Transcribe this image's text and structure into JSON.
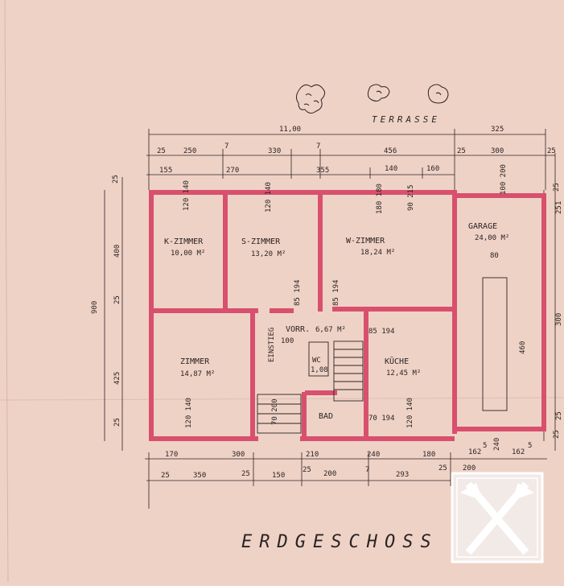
{
  "colors": {
    "paper": "#efd2c6",
    "wall": "#d8506e",
    "ink": "#2b2424",
    "logo_bg": "#f2f2f2",
    "logo_fg": "#ffffff"
  },
  "terrace": {
    "label": "TERRASSE"
  },
  "title": "ERDGESCHOSS",
  "rooms": {
    "k_zimmer": {
      "label": "K-ZIMMER",
      "area": "10,00 M²"
    },
    "s_zimmer": {
      "label": "S-ZIMMER",
      "area": "13,20 M²"
    },
    "w_zimmer": {
      "label": "W-ZIMMER",
      "area": "18,24 M²"
    },
    "garage": {
      "label": "GARAGE",
      "area": "24,00 M²"
    },
    "zimmer": {
      "label": "ZIMMER",
      "area": "14,87 M²"
    },
    "vorr": {
      "label": "VORR.",
      "area": "6,67 M²"
    },
    "einstieg": {
      "label": "EINSTIEG"
    },
    "wc": {
      "label": "WC",
      "area": "1,08"
    },
    "kueche": {
      "label": "KÜCHE",
      "area": "12,45 M²"
    },
    "bad": {
      "label": "BAD"
    }
  },
  "dims_top": {
    "r1": [
      "11,00",
      "325"
    ],
    "r2": [
      "25",
      "250",
      "7",
      "330",
      "7",
      "456",
      "25",
      "300",
      "25"
    ],
    "r3": [
      "155",
      "270",
      "355",
      "140",
      "160"
    ]
  },
  "dims_left": [
    "25",
    "400",
    "900",
    "25",
    "425",
    "25"
  ],
  "dims_right": [
    "25",
    "251",
    "300",
    "25",
    "25"
  ],
  "dims_bottom": {
    "r1": [
      "170",
      "300",
      "210",
      "240",
      "180",
      "162",
      "5",
      "240",
      "162",
      "5"
    ],
    "r2": [
      "25",
      "350",
      "25",
      "150",
      "25",
      "200",
      "7",
      "293",
      "25"
    ],
    "r3": [
      "200"
    ]
  },
  "openings": [
    "120 140",
    "120 140",
    "180 180",
    "90 215",
    "85 194",
    "85 194",
    "85 194",
    "70 200",
    "70 194",
    "120 140",
    "120 140",
    "100 200",
    "80",
    "460",
    "100"
  ]
}
